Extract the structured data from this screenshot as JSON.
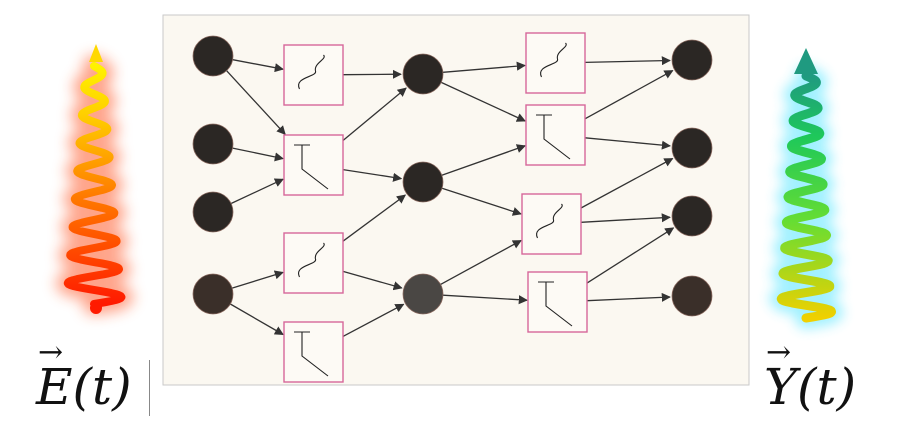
{
  "input_label": {
    "symbol": "E",
    "arg": "(t)"
  },
  "output_label": {
    "symbol": "Y",
    "arg": "(t)"
  },
  "colors": {
    "panel_bg": "#fbf8f1",
    "panel_border": "#c9c9c9",
    "node_dark": "#2b2724",
    "node_brown": "#3a2f29",
    "node_grey": "#4a4744",
    "box_border": "#d6679a",
    "edge": "#333333",
    "input_wave": [
      "#ff1a00",
      "#ff7a00",
      "#ffd000",
      "#fff200"
    ],
    "output_wave": [
      "#f0d000",
      "#66dd33",
      "#1ec85a",
      "#1f9a80"
    ]
  },
  "network": {
    "input_nodes": [
      "n0",
      "n1",
      "n2",
      "n3"
    ],
    "hidden_nodes": [
      "h0",
      "h1",
      "h2"
    ],
    "output_nodes": [
      "o0",
      "o1",
      "o2",
      "o3"
    ],
    "layer1_activations": [
      {
        "id": "a1",
        "type": "sigmoid"
      },
      {
        "id": "a2",
        "type": "relu"
      },
      {
        "id": "a3",
        "type": "sigmoid"
      },
      {
        "id": "a4",
        "type": "relu"
      }
    ],
    "layer2_activations": [
      {
        "id": "b1",
        "type": "sigmoid"
      },
      {
        "id": "b2",
        "type": "relu"
      },
      {
        "id": "b3",
        "type": "sigmoid"
      },
      {
        "id": "b4",
        "type": "relu"
      }
    ]
  }
}
